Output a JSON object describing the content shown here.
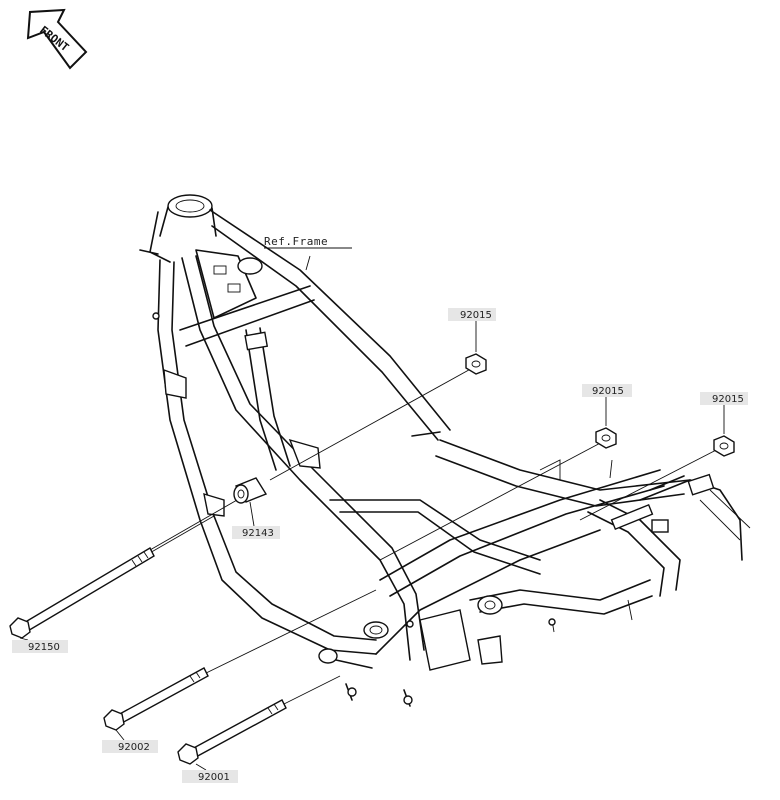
{
  "front_badge": {
    "text": "FRONT",
    "icon": "front-arrow-icon"
  },
  "reference": {
    "label": "Ref.Frame"
  },
  "parts": [
    {
      "id": "nut_1",
      "number": "92015"
    },
    {
      "id": "nut_2",
      "number": "92015"
    },
    {
      "id": "nut_3",
      "number": "92015"
    },
    {
      "id": "collar",
      "number": "92143"
    },
    {
      "id": "bolt_long",
      "number": "92150"
    },
    {
      "id": "bolt_mid",
      "number": "92002"
    },
    {
      "id": "bolt_low",
      "number": "92001"
    }
  ]
}
